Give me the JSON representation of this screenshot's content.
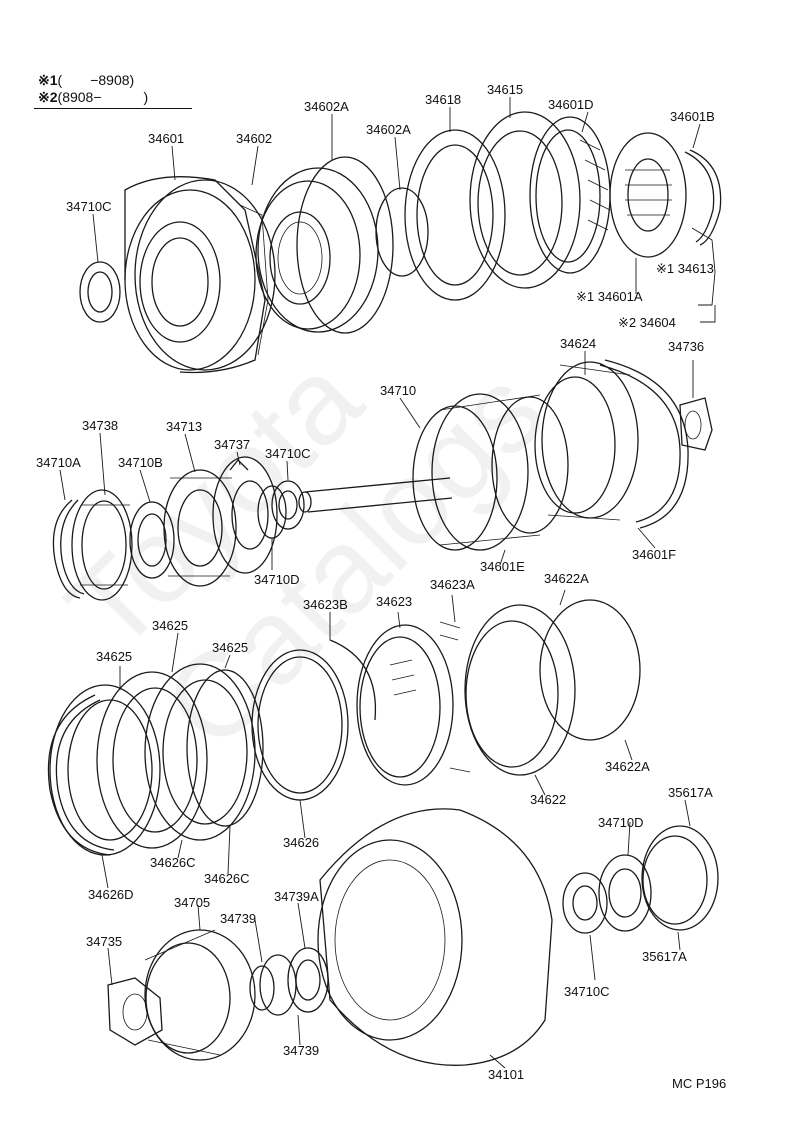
{
  "legend": {
    "line1_mark": "※1",
    "line1_range": "(　　−8908)",
    "line2_mark": "※2",
    "line2_range": "(8908−　　　)"
  },
  "watermark": "Toyota Catalogs",
  "diagram_code": "MC P196",
  "parts": {
    "p34601": "34601",
    "p34602": "34602",
    "p34602A_1": "34602A",
    "p34602A_2": "34602A",
    "p34618": "34618",
    "p34615": "34615",
    "p34601D": "34601D",
    "p34601B": "34601B",
    "p34710C_1": "34710C",
    "p34613": "※1 34613",
    "p34601A": "※1 34601A",
    "p34604": "※2 34604",
    "p34624": "34624",
    "p34736": "34736",
    "p34710": "34710",
    "p34738": "34738",
    "p34713": "34713",
    "p34737": "34737",
    "p34710C_2": "34710C",
    "p34710A": "34710A",
    "p34710B": "34710B",
    "p34710D_1": "34710D",
    "p34601E": "34601E",
    "p34601F": "34601F",
    "p34623A": "34623A",
    "p34622A_1": "34622A",
    "p34623B": "34623B",
    "p34623": "34623",
    "p34625_1": "34625",
    "p34625_2": "34625",
    "p34625_3": "34625",
    "p34622A_2": "34622A",
    "p34622": "34622",
    "p35617A_1": "35617A",
    "p34626": "34626",
    "p34710D_2": "34710D",
    "p34626C_1": "34626C",
    "p34626C_2": "34626C",
    "p34626D": "34626D",
    "p34705": "34705",
    "p34739A": "34739A",
    "p34739_1": "34739",
    "p34735": "34735",
    "p34710C_3": "34710C",
    "p35617A_2": "35617A",
    "p34739_2": "34739",
    "p34101": "34101"
  }
}
